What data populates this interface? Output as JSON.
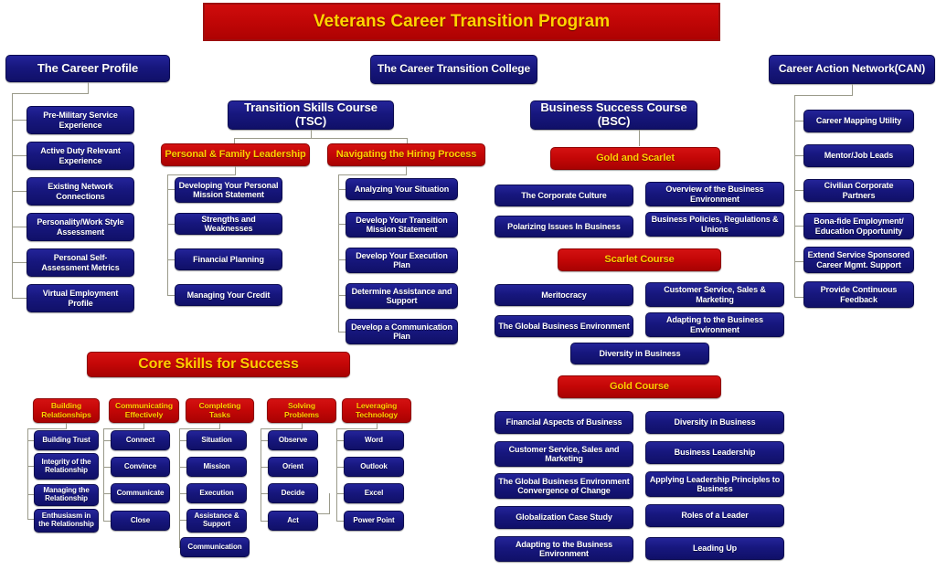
{
  "title": "Veterans Career Transition Program",
  "accent_colors": {
    "red": "#c00606",
    "blue": "#17177e",
    "gold_text": "#ffcf00",
    "white_text": "#ffffff",
    "connector": "#9a9a8a",
    "background": "#ffffff"
  },
  "career_profile": {
    "header": "The Career Profile",
    "items": [
      "Pre-Military Service Experience",
      "Active Duty Relevant Experience",
      "Existing Network Connections",
      "Personality/Work Style Assessment",
      "Personal Self-Assessment Metrics",
      "Virtual Employment Profile"
    ]
  },
  "transition_college": {
    "header": "The Career Transition College"
  },
  "tsc": {
    "header": "Transition Skills Course (TSC)",
    "branches": [
      {
        "header": "Personal & Family Leadership",
        "items": [
          "Developing Your Personal Mission Statement",
          "Strengths and Weaknesses",
          "Financial Planning",
          "Managing Your Credit"
        ]
      },
      {
        "header": "Navigating the Hiring Process",
        "items": [
          "Analyzing Your Situation",
          "Develop Your Transition Mission Statement",
          "Develop Your Execution Plan",
          "Determine Assistance and Support",
          "Develop a Communication Plan"
        ]
      }
    ]
  },
  "bsc": {
    "header": "Business Success Course (BSC)",
    "sections": [
      {
        "header": "Gold and Scarlet",
        "left_items": [
          "The Corporate Culture",
          "Polarizing Issues In Business"
        ],
        "right_items": [
          "Overview of the Business Environment",
          "Business Policies, Regulations & Unions"
        ],
        "center_items": []
      },
      {
        "header": "Scarlet Course",
        "left_items": [
          "Meritocracy",
          "The Global Business Environment"
        ],
        "right_items": [
          "Customer Service, Sales & Marketing",
          "Adapting to the Business Environment"
        ],
        "center_items": [
          "Diversity in Business"
        ]
      },
      {
        "header": "Gold Course",
        "left_items": [
          "Financial Aspects of Business",
          "Customer Service, Sales and Marketing",
          "The Global Business Environment Convergence of Change",
          "Globalization Case Study",
          "Adapting to the Business Environment"
        ],
        "right_items": [
          "Diversity in Business",
          "Business Leadership",
          "Applying Leadership Principles to Business",
          "Roles of a Leader",
          "Leading Up"
        ],
        "center_items": []
      }
    ]
  },
  "can": {
    "header": "Career Action Network(CAN)",
    "items": [
      "Career Mapping Utility",
      "Mentor/Job Leads",
      "Civilian Corporate Partners",
      "Bona-fide Employment/ Education Opportunity",
      "Extend Service Sponsored Career Mgmt. Support",
      "Provide Continuous Feedback"
    ]
  },
  "core_skills": {
    "header": "Core Skills for Success",
    "columns": [
      {
        "header": "Building Relationships",
        "items": [
          "Building Trust",
          "Integrity of the Relationship",
          "Managing the Relationship",
          "Enthusiasm in the Relationship"
        ]
      },
      {
        "header": "Communicating Effectively",
        "items": [
          "Connect",
          "Convince",
          "Communicate",
          "Close"
        ]
      },
      {
        "header": "Completing Tasks",
        "items": [
          "Situation",
          "Mission",
          "Execution",
          "Assistance & Support",
          "Communication"
        ]
      },
      {
        "header": "Solving Problems",
        "items": [
          "Observe",
          "Orient",
          "Decide",
          "Act"
        ]
      },
      {
        "header": "Leveraging Technology",
        "items": [
          "Word",
          "Outlook",
          "Excel",
          "Power Point"
        ]
      }
    ]
  }
}
